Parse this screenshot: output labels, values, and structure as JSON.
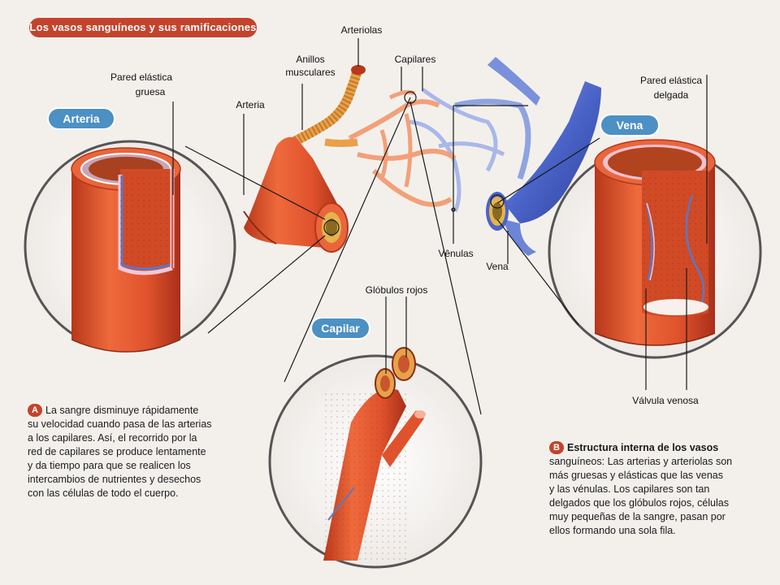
{
  "title": "Los vasos sanguíneos y sus ramificaciones",
  "badges": {
    "arteria": "Arteria",
    "vena": "Vena",
    "capilar": "Capilar"
  },
  "labels": {
    "arteriolas": "Arteriolas",
    "anillos_1": "Anillos",
    "anillos_2": "musculares",
    "capilares": "Capilares",
    "pared_gruesa_1": "Pared elástica",
    "pared_gruesa_2": "gruesa",
    "arteria": "Arteria",
    "pared_delgada_1": "Pared elástica",
    "pared_delgada_2": "delgada",
    "venulas": "Vênulas",
    "vena": "Vena",
    "globulos": "Glóbulos rojos",
    "valvula": "Válvula venosa"
  },
  "note_a": {
    "letter": "A",
    "lines": [
      "La sangre disminuye rápidamente",
      "su velocidad cuando pasa de las arterias",
      "a los capilares. Así, el recorrido por la",
      "red de capilares se produce lentamente",
      "y da tiempo para que se realicen los",
      "intercambios de nutrientes y desechos",
      "con las células de todo el cuerpo."
    ]
  },
  "note_b": {
    "letter": "B",
    "heading": "Estructura interna de los vasos",
    "lines": [
      "sanguíneos: Las arterias y arteriolas son",
      "más gruesas y elásticas que las venas",
      "y las vénulas. Los capilares son tan",
      "delgados que los glóbulos rojos, células",
      "muy pequeñas de la sangre, pasan por",
      "ellos formando una sola fila."
    ]
  },
  "colors": {
    "artery": "#e0522c",
    "artery_dark": "#b8371a",
    "vein": "#4a64c8",
    "vein_light": "#8fa3e0",
    "capillary": "#f2a07a",
    "banner": "#c4432c",
    "badge_blue": "#4c90c4"
  }
}
